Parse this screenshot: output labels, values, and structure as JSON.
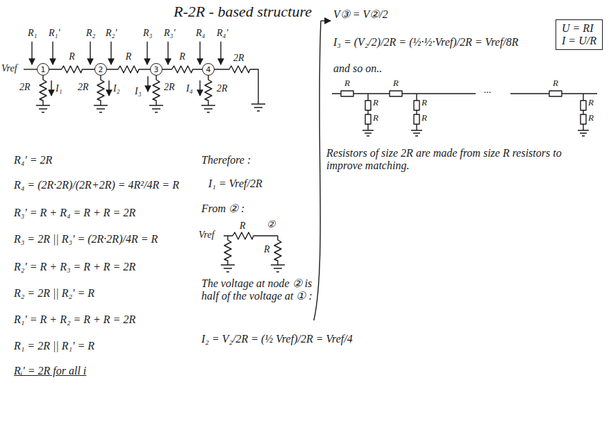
{
  "diagram": {
    "title": "R-2R - based structure",
    "nodes": [
      {
        "text": [
          "1"
        ]
      },
      {
        "text": [
          "2"
        ]
      },
      {
        "text": [
          "3"
        ]
      },
      {
        "text": [
          "4"
        ]
      },
      {
        "text": [
          "U = RI",
          "I = U/R"
        ]
      }
    ],
    "edges": [
      {
        "from": 0,
        "to": 1,
        "label": "R",
        "arrow": "none"
      },
      {
        "from": 1,
        "to": 2,
        "label": "R",
        "arrow": "none"
      },
      {
        "from": 2,
        "to": 3,
        "label": "R",
        "arrow": "none"
      }
    ],
    "labels": [
      "R₁",
      "R₁'",
      "R₂",
      "R₂'",
      "R₃",
      "R₃'",
      "R₄",
      "R₄'",
      "Vref",
      "2R",
      "2R",
      "I₁",
      "2R",
      "I₂",
      "I₃",
      "2R",
      "I₄",
      "2R",
      "R₄' = 2R",
      "R₄ = (2R·2R)/(2R+2R) = 4R²/4R = R",
      "R₃' = R + R₄ = R + R = 2R",
      "R₃ = 2R || R₃' = (2R·2R)/4R = R",
      "R₂' = R + R₃ = R + R = 2R",
      "R₂ = 2R || R₂' = R",
      "R₁' = R + R₂ = R + R = 2R",
      "R₁ = 2R || R₁' = R",
      "Rᵢ' = 2R for all i",
      "Therefore :",
      "I₁ = Vref/2R",
      "From ② :",
      "Vref",
      "R",
      "②",
      "R",
      "The voltage at node ② is half of the voltage at ① :",
      "I₂ = V₂/2R = (½ Vref)/2R = Vref/4",
      "V③ = V②/2",
      "I₃ = (V₂/2)/2R = (½·½·Vref)/2R = Vref/8R",
      "and so on..",
      "R",
      "R",
      "R",
      "...",
      "R",
      "R",
      "R",
      "R",
      "R",
      "R",
      "Resistors of size 2R are made from size R resistors to improve matching."
    ]
  }
}
